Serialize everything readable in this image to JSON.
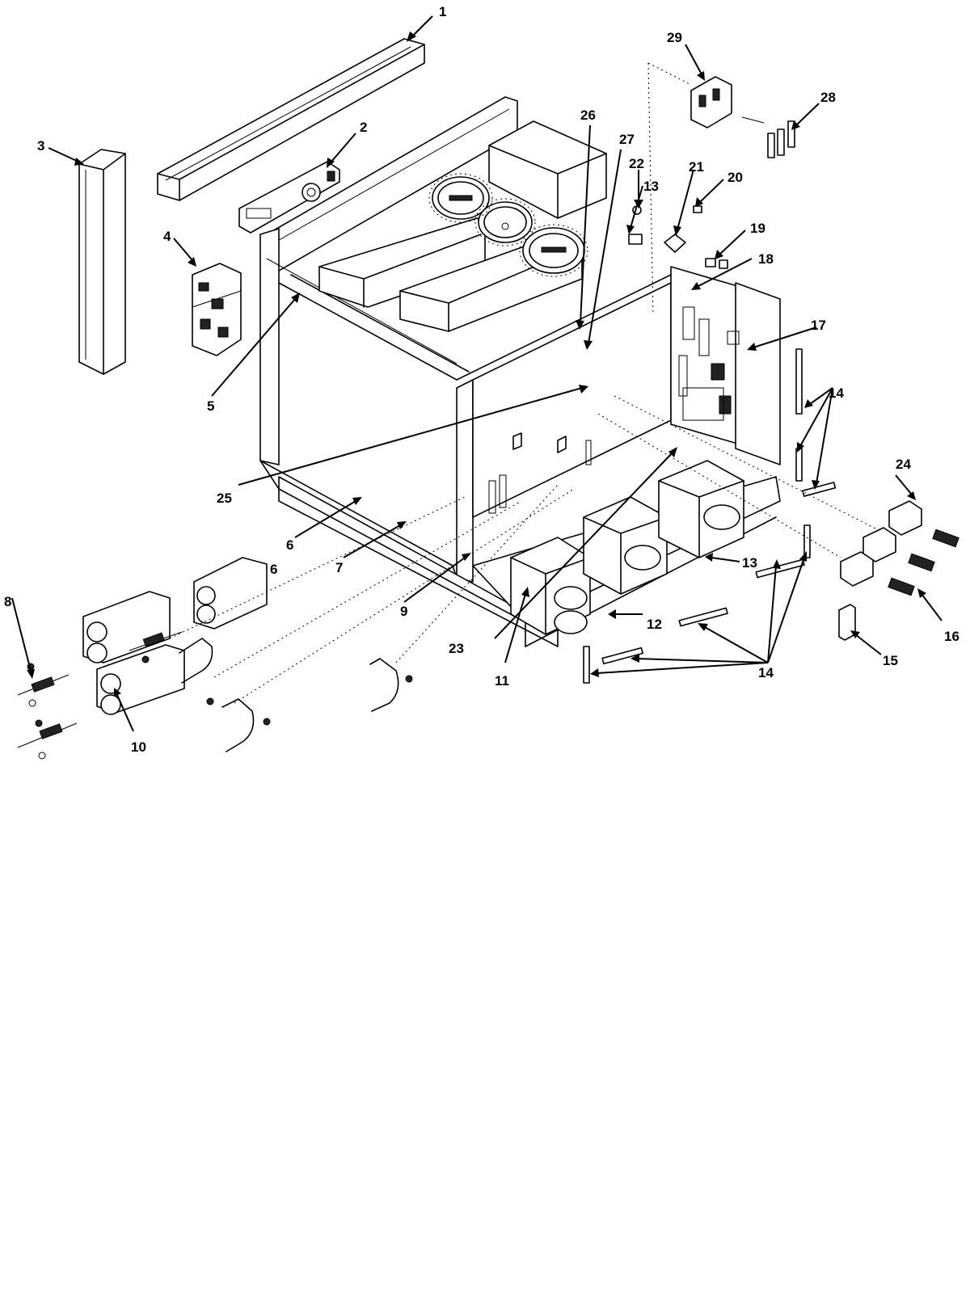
{
  "diagram": {
    "callouts": [
      {
        "id": "c1",
        "label": "1"
      },
      {
        "id": "c2",
        "label": "2"
      },
      {
        "id": "c3",
        "label": "3"
      },
      {
        "id": "c4",
        "label": "4"
      },
      {
        "id": "c5",
        "label": "5"
      },
      {
        "id": "c6a",
        "label": "6"
      },
      {
        "id": "c6b",
        "label": "6"
      },
      {
        "id": "c7",
        "label": "7"
      },
      {
        "id": "c8",
        "label": "8"
      },
      {
        "id": "c9",
        "label": "9"
      },
      {
        "id": "c10",
        "label": "10"
      },
      {
        "id": "c11",
        "label": "11"
      },
      {
        "id": "c12",
        "label": "12"
      },
      {
        "id": "c13a",
        "label": "13"
      },
      {
        "id": "c13b",
        "label": "13"
      },
      {
        "id": "c14a",
        "label": "14"
      },
      {
        "id": "c14b",
        "label": "14"
      },
      {
        "id": "c15",
        "label": "15"
      },
      {
        "id": "c16",
        "label": "16"
      },
      {
        "id": "c17",
        "label": "17"
      },
      {
        "id": "c18",
        "label": "18"
      },
      {
        "id": "c19",
        "label": "19"
      },
      {
        "id": "c20",
        "label": "20"
      },
      {
        "id": "c21",
        "label": "21"
      },
      {
        "id": "c22",
        "label": "22"
      },
      {
        "id": "c23",
        "label": "23"
      },
      {
        "id": "c24",
        "label": "24"
      },
      {
        "id": "c25",
        "label": "25"
      },
      {
        "id": "c26",
        "label": "26"
      },
      {
        "id": "c27",
        "label": "27"
      },
      {
        "id": "c28",
        "label": "28"
      },
      {
        "id": "c29",
        "label": "29"
      }
    ]
  }
}
